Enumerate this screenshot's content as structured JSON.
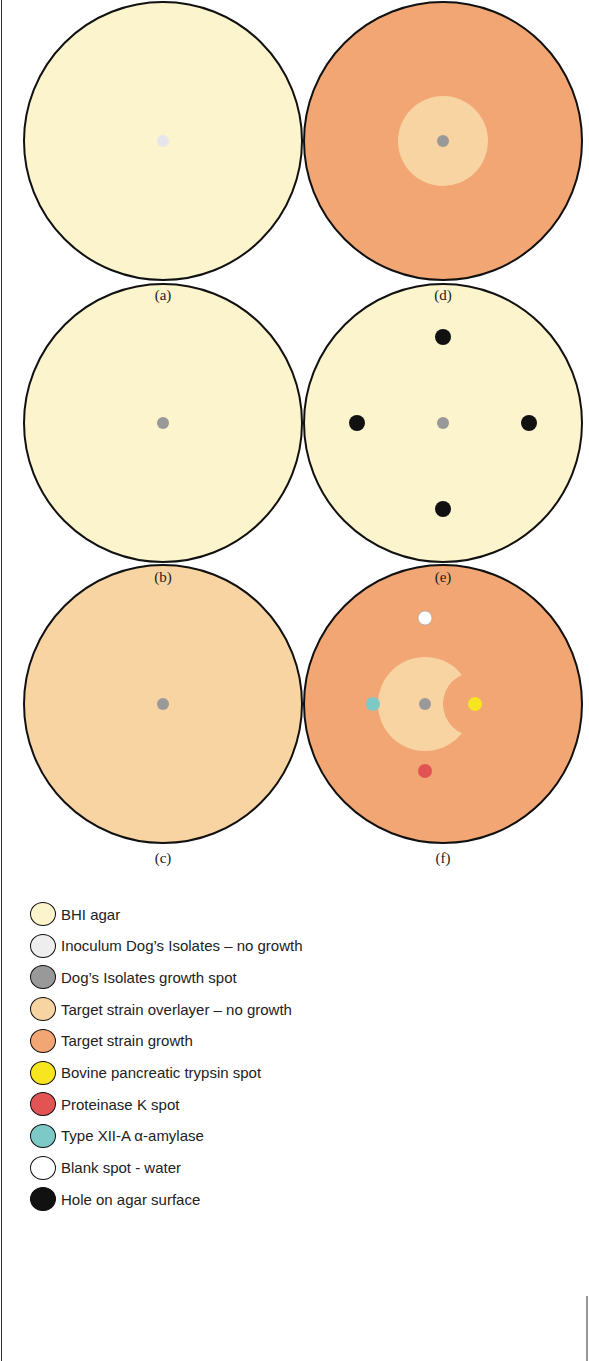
{
  "diagram": {
    "labels": [
      "(a)",
      "(d)",
      "(b)",
      "(e)",
      "(c)",
      "(f)"
    ],
    "legend": [
      {
        "text": "BHI agar",
        "color": "#fcf4cd"
      },
      {
        "text": "Inoculum Dog’s Isolates – no growth",
        "color": "#eeeeee"
      },
      {
        "text": "Dog’s Isolates growth spot",
        "color": "#999999"
      },
      {
        "text": "Target strain overlayer – no growth",
        "color": "#f9d4a3"
      },
      {
        "text": "Target strain growth",
        "color": "#f1a674"
      },
      {
        "text": "Bovine pancreatic trypsin spot",
        "color": "#f7e520"
      },
      {
        "text": "Proteinase K spot",
        "color": "#e25454"
      },
      {
        "text": "Type XII-A α-amylase",
        "color": "#7cc9c8"
      },
      {
        "text": "Blank spot - water",
        "color": "#ffffff"
      },
      {
        "text": "Hole on agar surface",
        "color": "#111111"
      }
    ]
  }
}
